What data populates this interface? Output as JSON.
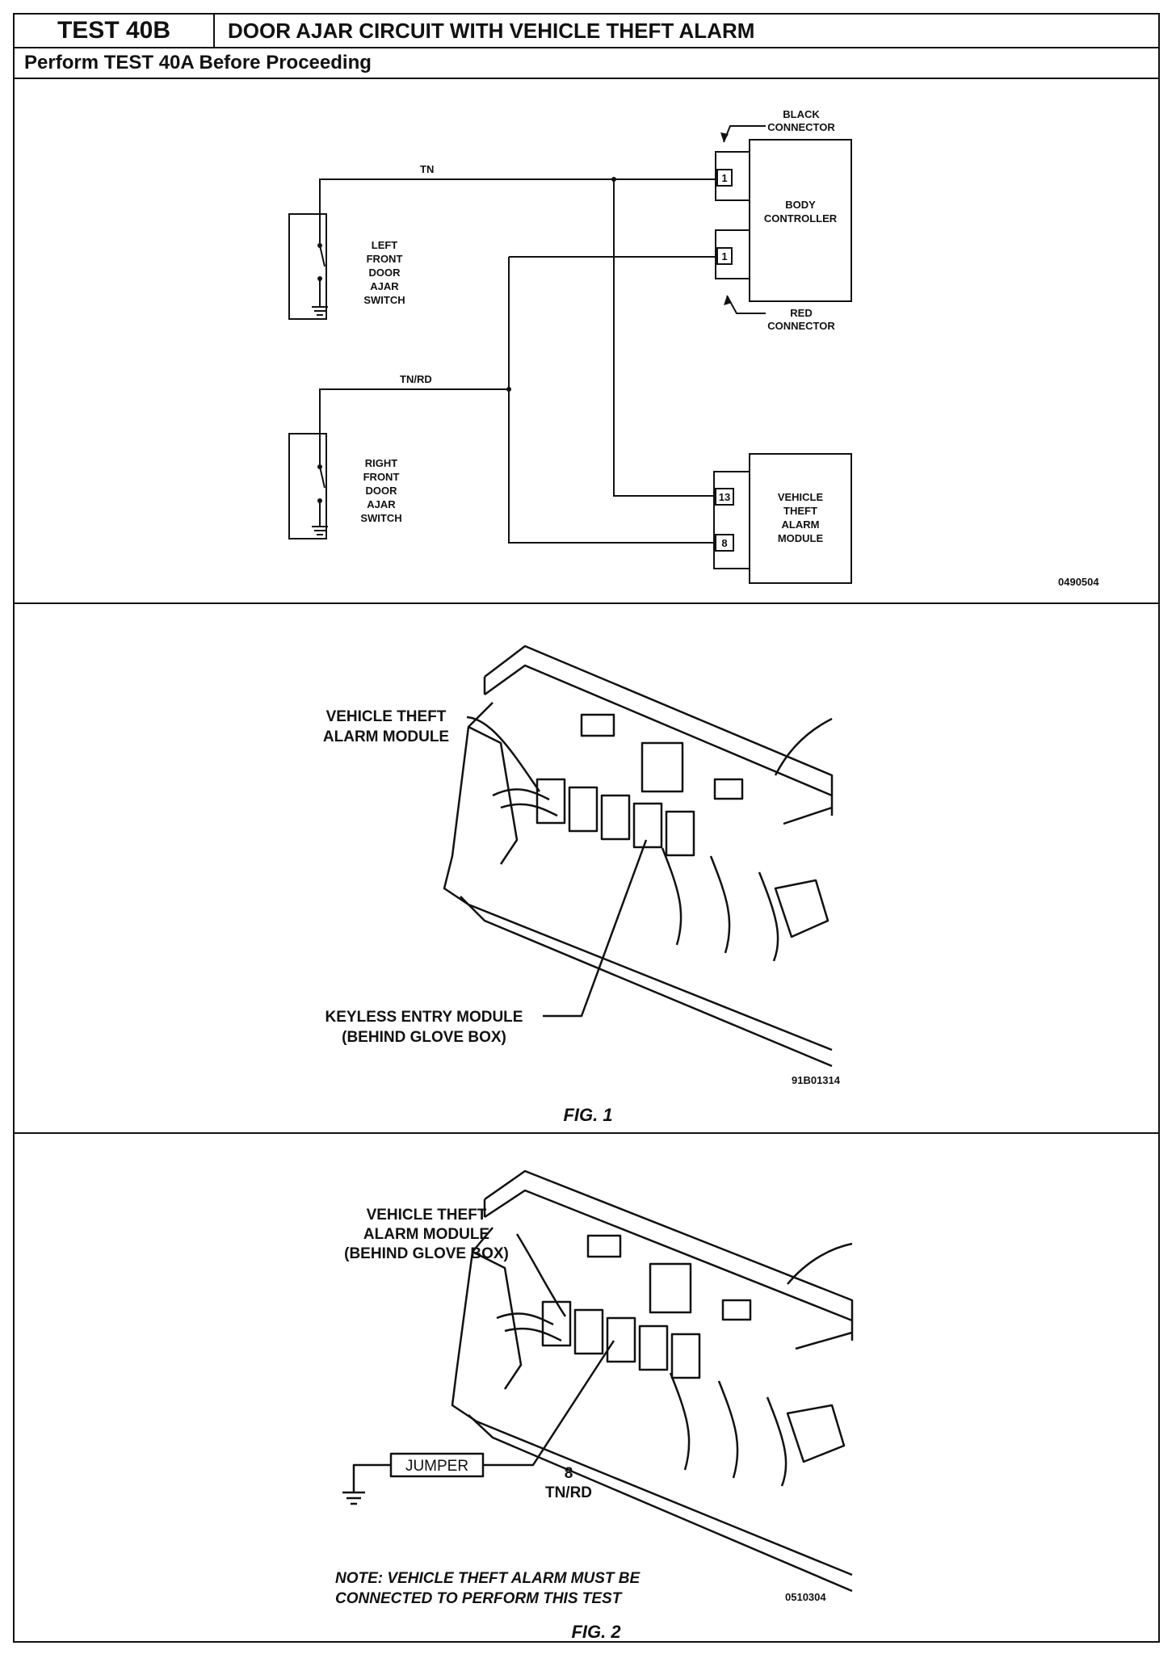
{
  "header": {
    "test_id": "TEST 40B",
    "title": "DOOR AJAR CIRCUIT WITH VEHICLE THEFT ALARM",
    "subtitle": "Perform TEST 40A Before Proceeding"
  },
  "schematic": {
    "wire_tn": "TN",
    "wire_tn_rd": "TN/RD",
    "black_connector": [
      "BLACK",
      "CONNECTOR"
    ],
    "red_connector": [
      "RED",
      "CONNECTOR"
    ],
    "body_controller": [
      "BODY",
      "CONTROLLER"
    ],
    "left_switch": [
      "LEFT",
      "FRONT",
      "DOOR",
      "AJAR",
      "SWITCH"
    ],
    "right_switch": [
      "RIGHT",
      "FRONT",
      "DOOR",
      "AJAR",
      "SWITCH"
    ],
    "alarm_module": [
      "VEHICLE",
      "THEFT",
      "ALARM",
      "MODULE"
    ],
    "pin_black": "1",
    "pin_red": "1",
    "pin_13": "13",
    "pin_8": "8",
    "code": "0490504"
  },
  "fig1": {
    "alarm_label": [
      "VEHICLE THEFT",
      "ALARM MODULE"
    ],
    "keyless_label": [
      "KEYLESS ENTRY MODULE",
      "(BEHIND GLOVE BOX)"
    ],
    "code": "91B01314",
    "caption": "FIG. 1"
  },
  "fig2": {
    "alarm_label": [
      "VEHICLE THEFT",
      "ALARM MODULE",
      "(BEHIND GLOVE BOX)"
    ],
    "jumper": "JUMPER",
    "pin": "8",
    "wire": "TN/RD",
    "note": [
      "NOTE: VEHICLE THEFT ALARM MUST BE",
      "CONNECTED TO PERFORM THIS TEST"
    ],
    "code": "0510304",
    "caption": "FIG. 2"
  }
}
